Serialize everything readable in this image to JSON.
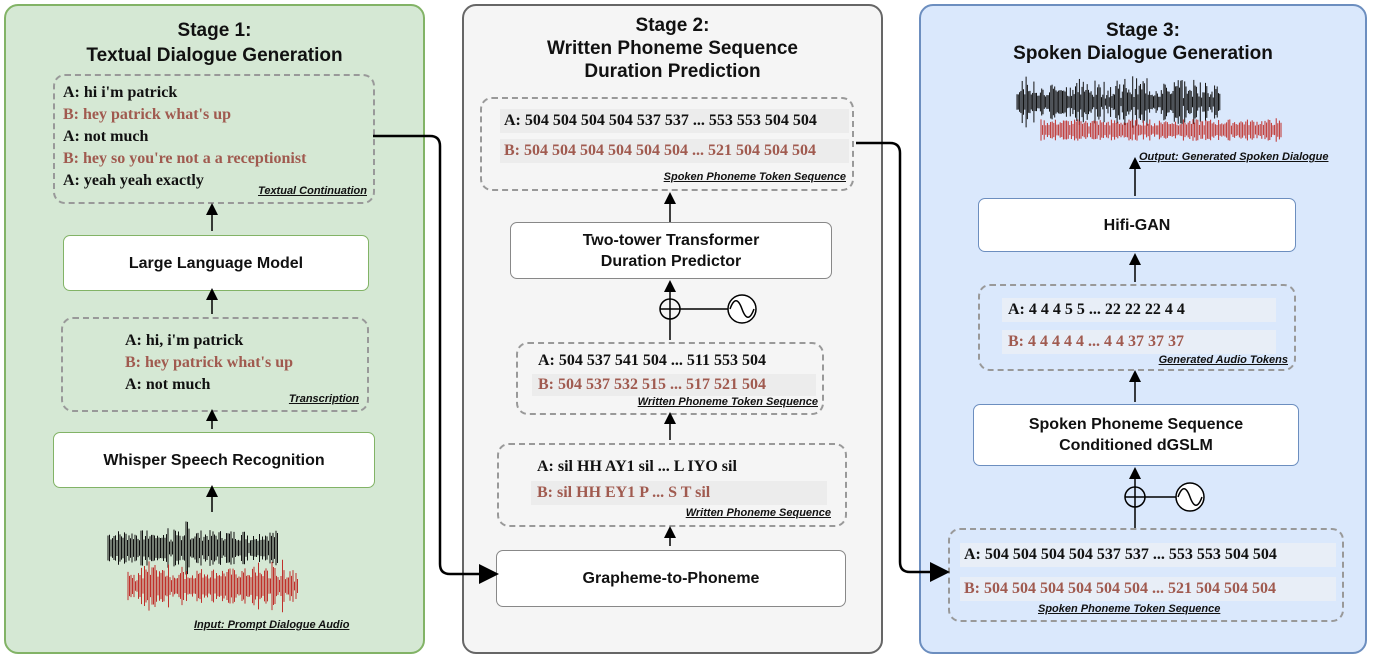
{
  "stage1": {
    "title_line1": "Stage 1:",
    "title_line2": "Textual Dialogue Generation",
    "continuation": {
      "lines": [
        {
          "speaker": "A",
          "text": "A: hi i'm patrick"
        },
        {
          "speaker": "B",
          "text": "B: hey patrick what's up"
        },
        {
          "speaker": "A",
          "text": "A: not much"
        },
        {
          "speaker": "B",
          "text": "B: hey so you're not a a receptionist"
        },
        {
          "speaker": "A",
          "text": "A: yeah yeah exactly"
        }
      ],
      "caption": "Textual Continuation"
    },
    "llm_label": "Large Language Model",
    "transcription": {
      "lines": [
        {
          "speaker": "A",
          "text": "A: hi, i'm patrick"
        },
        {
          "speaker": "B",
          "text": "B: hey patrick what's up"
        },
        {
          "speaker": "A",
          "text": "A: not much"
        }
      ],
      "caption": "Transcription"
    },
    "whisper_label": "Whisper Speech Recognition",
    "input_caption": "Input: Prompt Dialogue Audio"
  },
  "stage2": {
    "title_line1": "Stage 2:",
    "title_line2": "Written Phoneme Sequence",
    "title_line3": "Duration Prediction",
    "spoken_tokens": {
      "a": "A: 504  504  504  504  537  537  ...  553  553  504  504",
      "b": "B: 504  504  504  504  504  504  ...  521  504  504  504",
      "caption": "Spoken Phoneme Token Sequence"
    },
    "duration_label_1": "Two-tower Transformer",
    "duration_label_2": "Duration Predictor",
    "written_tokens": {
      "a": "A: 504   537  541  504  ...  511  553  504",
      "b": "B: 504   537  532  515  ...  517  521  504",
      "caption": "Written Phoneme Token Sequence"
    },
    "written_phonemes": {
      "a": "A:   sil    HH    AY1   sil    ...    L    IYO    sil",
      "b": "B:   sil    HH    EY1    P   ...    S      T      sil",
      "caption": "Written Phoneme Sequence"
    },
    "g2p_label": "Grapheme-to-Phoneme"
  },
  "stage3": {
    "title_line1": "Stage 3:",
    "title_line2": "Spoken Dialogue Generation",
    "output_caption": "Output: Generated Spoken Dialogue",
    "hifigan_label": "Hifi-GAN",
    "audio_tokens": {
      "a": "A: 4    4    4    5    5    ...   22   22   22   4   4",
      "b": "B: 4   4   4   4   4    ...    4   4   37   37   37",
      "caption": "Generated Audio Tokens"
    },
    "dgslm_label_1": "Spoken Phoneme Sequence",
    "dgslm_label_2": "Conditioned dGSLM",
    "spoken_tokens": {
      "a": "A: 504  504  504  504  537  537  ...  553  553  504  504",
      "b": "B: 504  504  504  504  504  504  ...  521  504  504  504",
      "caption": "Spoken Phoneme Token Sequence"
    }
  },
  "colors": {
    "speaker_a": "#111111",
    "speaker_b": "#a05a4f",
    "stage1_fill": "#d5e8d4",
    "stage2_fill": "#f5f5f5",
    "stage3_fill": "#dae8fc",
    "waveform_a": "#111111",
    "waveform_b": "#c0302b"
  }
}
